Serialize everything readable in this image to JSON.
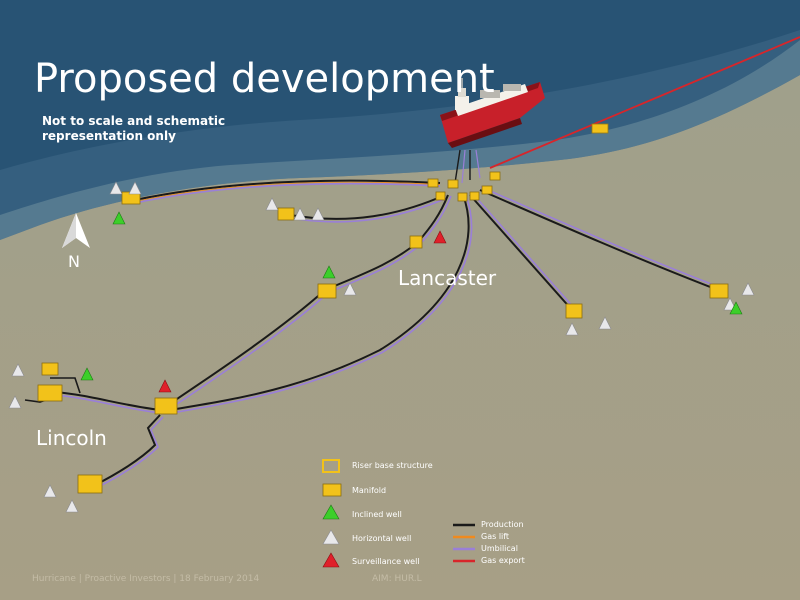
{
  "title": "Proposed development",
  "subtitle": "Not to scale and schematic representation only",
  "north_label": "N",
  "fields": {
    "lancaster": "Lancaster",
    "lincoln": "Lincoln"
  },
  "legend": {
    "symbols": [
      {
        "label": "Riser base structure",
        "icon": "riser-base-structure-icon"
      },
      {
        "label": "Manifold",
        "icon": "manifold-icon"
      },
      {
        "label": "Inclined well",
        "icon": "inclined-well-icon"
      },
      {
        "label": "Horizontal well",
        "icon": "horizontal-well-icon"
      },
      {
        "label": "Surveillance well",
        "icon": "surveillance-well-icon"
      }
    ],
    "lines": [
      {
        "label": "Production",
        "color": "#1a1a1a"
      },
      {
        "label": "Gas lift",
        "color": "#f08a1e"
      },
      {
        "label": "Umbilical",
        "color": "#9a7fd8"
      },
      {
        "label": "Gas export",
        "color": "#d8252a"
      }
    ]
  },
  "footer": {
    "left": "Hurricane | Proactive Investors | 18 February 2014",
    "right": "AIM: HUR.L"
  },
  "colors": {
    "sea_deep": "#2f5c7e",
    "seabed": "#aaa28a",
    "structure": "#f2c21a",
    "inclined_well": "#3ccf2a",
    "surveillance_well": "#e0202a",
    "horizontal_well": "#e8e8ea",
    "vessel_hull": "#c8202a"
  }
}
